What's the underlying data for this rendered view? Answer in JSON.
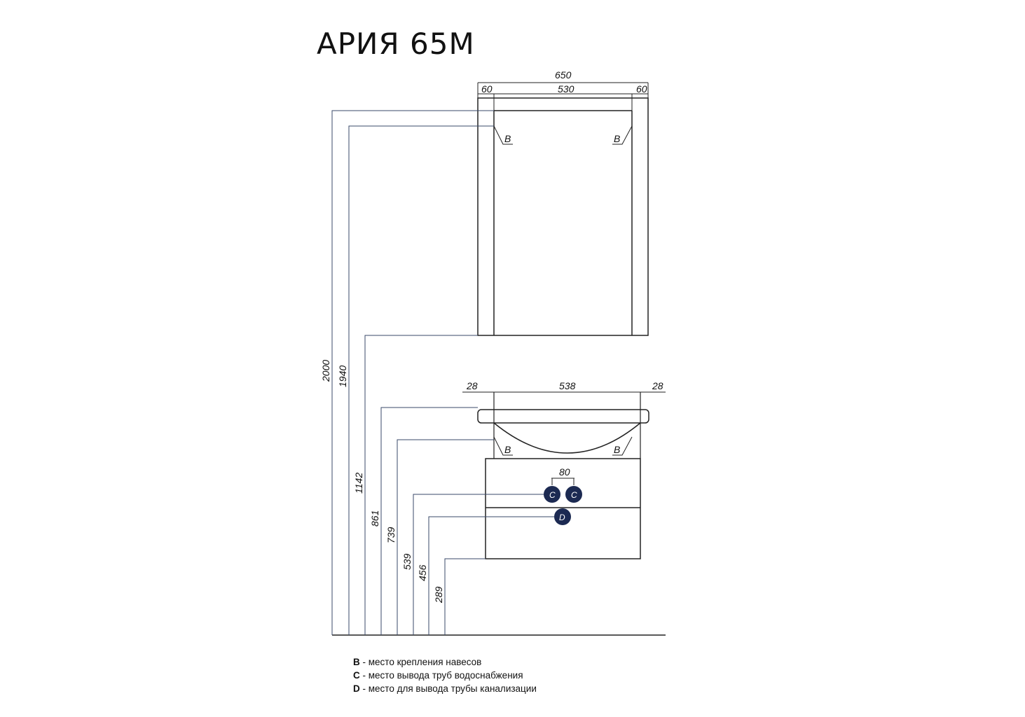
{
  "title": "АРИЯ 65М",
  "dimensions": {
    "mirror_total_width": "650",
    "mirror_left_side": "60",
    "mirror_inner_width": "530",
    "mirror_right_side": "60",
    "vanity_left": "28",
    "vanity_width": "538",
    "vanity_right": "28",
    "pipe_spacing": "80",
    "h_2000": "2000",
    "h_1940": "1940",
    "h_1142": "1142",
    "h_861": "861",
    "h_739": "739",
    "h_539": "539",
    "h_456": "456",
    "h_289": "289"
  },
  "markers": {
    "b": "B",
    "c": "C",
    "d": "D"
  },
  "legend": [
    {
      "key": "B",
      "text": " - место крепления навесов"
    },
    {
      "key": "C",
      "text": " - место вывода труб водоснабжения"
    },
    {
      "key": "D",
      "text": " - место для вывода трубы канализации"
    }
  ],
  "colors": {
    "line": "#222222",
    "dim_line": "#3a4a6a",
    "marker_fill": "#1c2a52"
  }
}
